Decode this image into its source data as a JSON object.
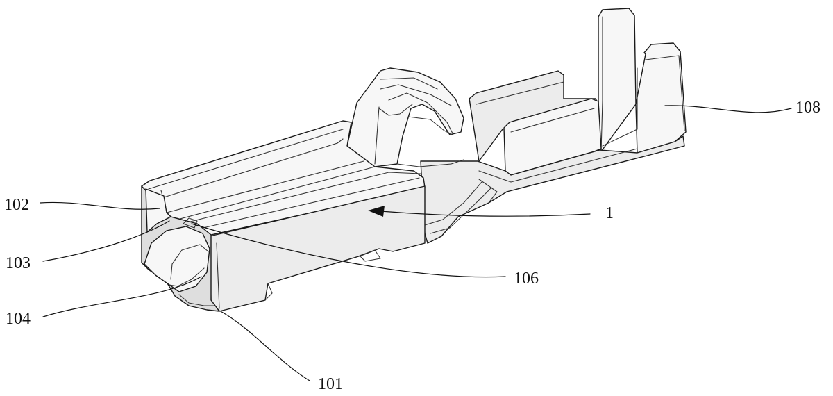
{
  "labels": {
    "ref_102": "102",
    "ref_103": "103",
    "ref_104": "104",
    "ref_101": "101",
    "ref_106": "106",
    "ref_1": "1",
    "ref_108": "108"
  }
}
